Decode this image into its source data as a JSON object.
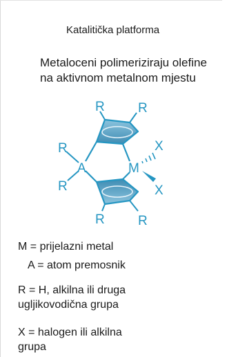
{
  "title": "Katalitička platforma",
  "headline": {
    "line1": "Metaloceni polimeriziraju olefine",
    "line2": "na aktivnom metalnom mjestu"
  },
  "diagram": {
    "labels": {
      "r_top_left": "R",
      "r_top_right": "R",
      "r_left_upper": "R",
      "r_left_lower": "R",
      "r_bottom_left": "R",
      "r_bottom_right": "R",
      "bridge_atom": "A",
      "metal": "M",
      "x_upper": "X",
      "x_lower": "X"
    },
    "colors": {
      "stroke": "#2596c2",
      "ring_fill": "#6fb3d3",
      "ring_fill_dark": "#3f8cb3"
    }
  },
  "legend": {
    "m": "M = prijelazni metal",
    "a": "A = atom premosnik",
    "r_line1": "R = H, alkilna ili druga",
    "r_line2": "ugljikovodična grupa",
    "x_line1": "X = halogen ili alkilna",
    "x_line2": "grupa"
  }
}
